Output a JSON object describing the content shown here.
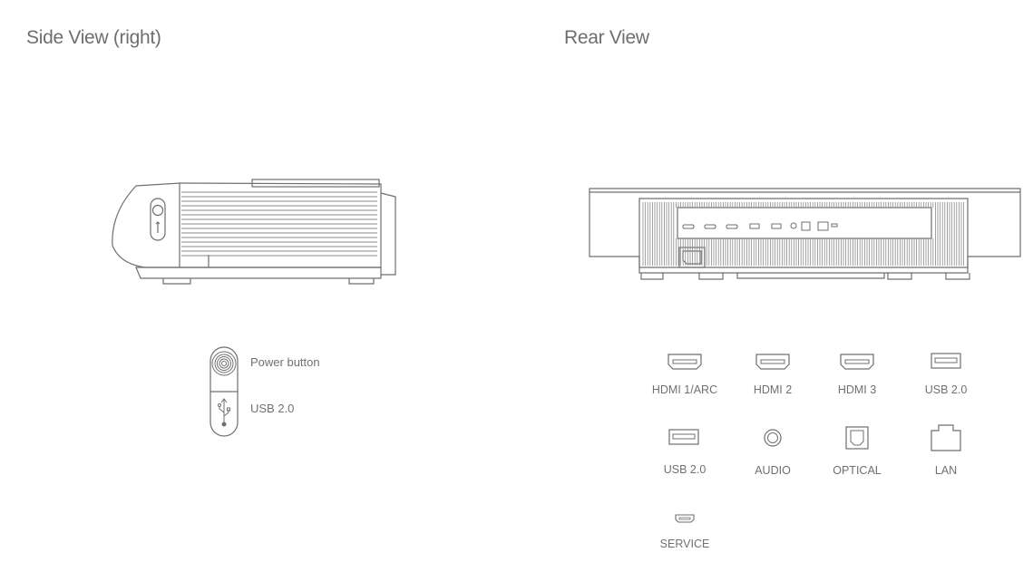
{
  "side_view": {
    "title": "Side View (right)",
    "legend": [
      {
        "label": "Power button",
        "icon": "power-button-icon"
      },
      {
        "label": "USB 2.0",
        "icon": "usb-symbol-icon"
      }
    ]
  },
  "rear_view": {
    "title": "Rear View",
    "ports": [
      {
        "label": "HDMI 1/ARC",
        "icon": "hdmi-port-icon"
      },
      {
        "label": "HDMI 2",
        "icon": "hdmi-port-icon"
      },
      {
        "label": "HDMI 3",
        "icon": "hdmi-port-icon"
      },
      {
        "label": "USB 2.0",
        "icon": "usb-port-icon"
      },
      {
        "label": "USB 2.0",
        "icon": "usb-port-icon"
      },
      {
        "label": "AUDIO",
        "icon": "audio-jack-icon"
      },
      {
        "label": "OPTICAL",
        "icon": "optical-port-icon"
      },
      {
        "label": "LAN",
        "icon": "lan-port-icon"
      },
      {
        "label": "SERVICE",
        "icon": "micro-usb-port-icon"
      }
    ]
  },
  "colors": {
    "stroke": "#6f6f6f",
    "text": "#707070"
  }
}
